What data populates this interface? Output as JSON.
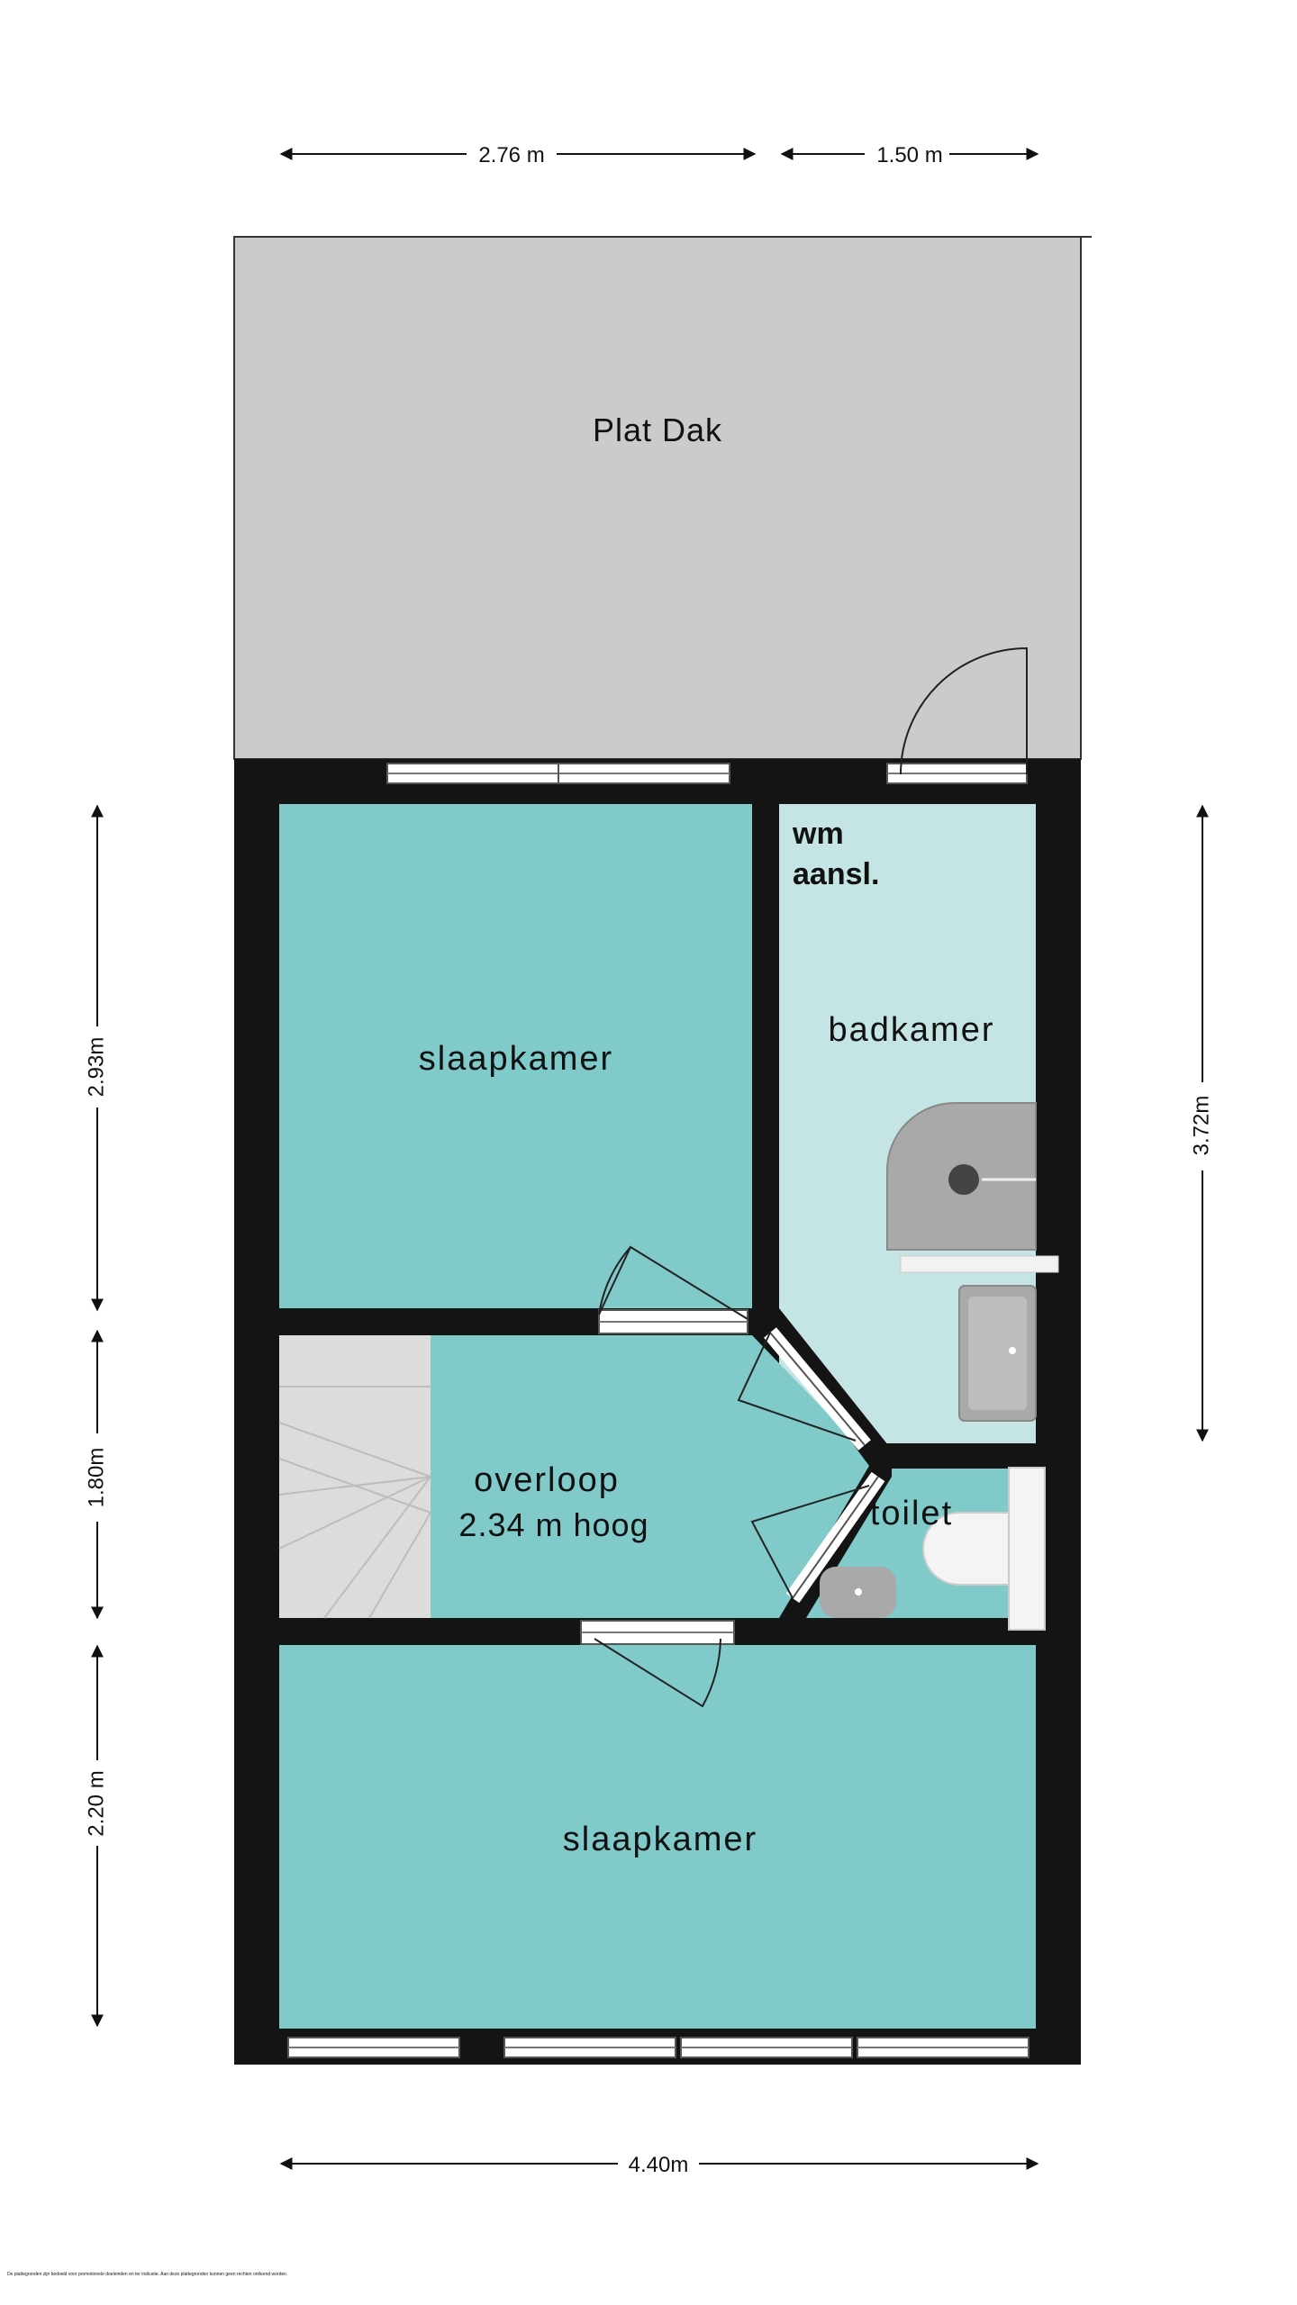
{
  "dimensions": {
    "top_left": "2.76 m",
    "top_right": "1.50 m",
    "bottom": "4.40m",
    "left_1": "2.93m",
    "left_2": "1.80m",
    "left_3": "2.20 m",
    "right": "3.72m"
  },
  "rooms": {
    "roof": "Plat Dak",
    "bedroom_top": "slaapkamer",
    "bathroom": "badkamer",
    "wm_line1": "wm",
    "wm_line2": "aansl.",
    "landing": "overloop",
    "landing_height": "2.34 m hoog",
    "toilet": "toilet",
    "bedroom_bottom": "slaapkamer"
  },
  "colors": {
    "wall": "#141414",
    "room": "#80cac9",
    "bathroom": "#c4e5e4",
    "roof": "#cbcbcb",
    "fixture": "#a9a9a9"
  },
  "footer_note": "De plattegronden zijn bedoeld voor promotionele doeleinden en ter indicatie. Aan deze plattegronden kunnen geen rechten ontleend worden."
}
